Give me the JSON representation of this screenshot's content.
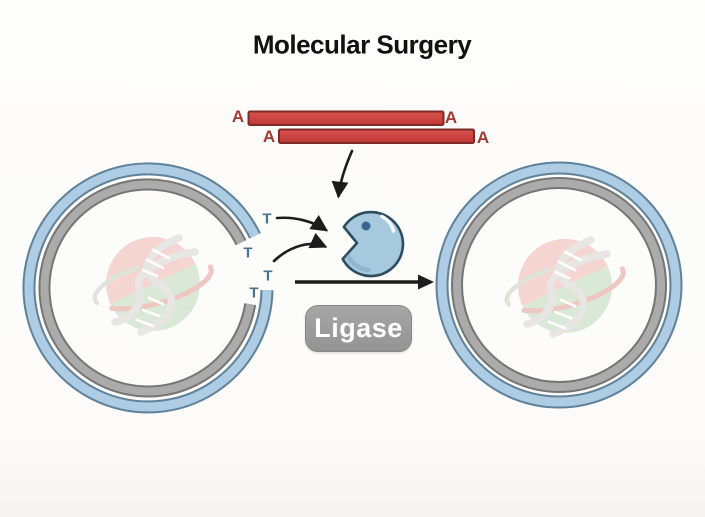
{
  "title": "Molecular Surgery",
  "inserts": {
    "top": {
      "left_end": "A",
      "right_end": "A"
    },
    "bottom": {
      "left_end": "A",
      "right_end": "A"
    }
  },
  "plasmid_left": {
    "overhangs": [
      "T",
      "T",
      "T",
      "T"
    ]
  },
  "enzyme": {
    "label": "Ligase"
  },
  "icons": {
    "watermark": "dna-globe-logo",
    "enzyme_icon": "ligase-pacman-enzyme",
    "reaction_icon": "right-arrow-icon"
  },
  "colors": {
    "insert_fill": "#c94341",
    "insert_border": "#7e2a26",
    "a_label": "#a23a33",
    "t_label": "#48738f",
    "ring_blue_fill": "#aecde4",
    "ring_blue_edge": "#5f819a",
    "ring_gray_fill": "#ababab",
    "ring_gray_edge": "#757575",
    "enzyme_fill": "#a7c9de",
    "enzyme_outline": "#2e4b60",
    "label_box": "#9c9c9c",
    "label_text": "#ffffff",
    "arrow": "#1c1c1c",
    "title_text": "#111111"
  }
}
